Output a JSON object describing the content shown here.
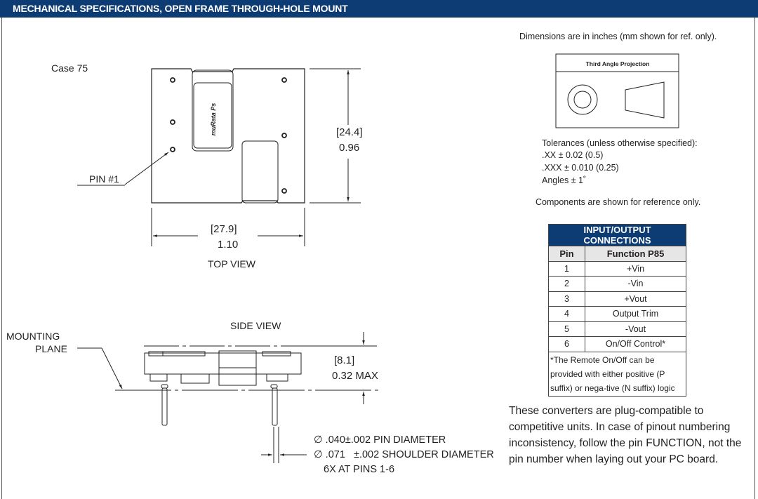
{
  "header": {
    "title": "MECHANICAL SPECIFICATIONS, OPEN FRAME THROUGH-HOLE MOUNT"
  },
  "drawing": {
    "case": "Case 75",
    "pin1": "PIN #1",
    "height_mm": "24.4",
    "height_in": "0.96",
    "width_mm": "27.9",
    "width_in": "1.10",
    "top_view": "TOP VIEW",
    "side_view": "SIDE VIEW",
    "mounting_plane_1": "MOUNTING",
    "mounting_plane_2": "PLANE",
    "max_mm": "8.1",
    "max_in": "0.32 MAX",
    "pin_diameter": ".040±.002 PIN DIAMETER",
    "shoulder_diameter_value": ".071",
    "shoulder_diameter_tol": "±.002 SHOULDER DIAMETER",
    "pins_note": "6X AT PINS 1-6",
    "diameter_symbol": "∅"
  },
  "notes": {
    "dimensions": "Dimensions are in inches (mm shown for ref. only).",
    "projection": "Third Angle Projection",
    "tolerances_title": "Tolerances (unless otherwise specified):",
    "tol_xx": ".XX ± 0.02 (0.5)",
    "tol_xxx": ".XXX ± 0.010 (0.25)",
    "tol_angles": "Angles ± 1˚",
    "components": "Components are shown for reference only."
  },
  "io_table": {
    "caption": "INPUT/OUTPUT CONNECTIONS",
    "headers": [
      "Pin",
      "Function P85"
    ],
    "rows": [
      [
        "1",
        "+Vin"
      ],
      [
        "2",
        "-Vin"
      ],
      [
        "3",
        "+Vout"
      ],
      [
        "4",
        "Output Trim"
      ],
      [
        "5",
        "-Vout"
      ],
      [
        "6",
        "On/Off Control*"
      ]
    ],
    "footnote": "*The Remote On/Off can be provided with either positive (P suffix) or nega-tive (N suffix) logic"
  },
  "compat_text": "These converters are plug-compatible to competitive units. In case of pinout numbering inconsistency, follow the pin FUNCTION, not the pin number when laying out your PC board."
}
